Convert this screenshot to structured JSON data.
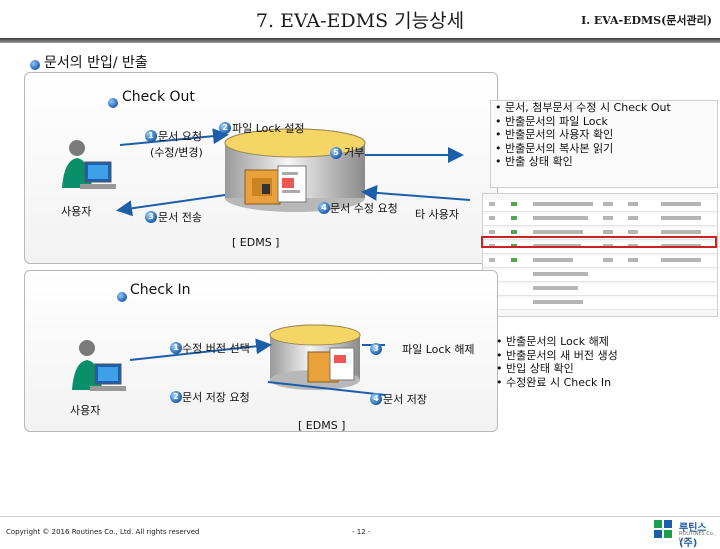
{
  "header": {
    "title": "7. EVA-EDMS 기능상세",
    "subtitle": "Ⅰ. EVA-EDMS(문서관리)"
  },
  "section_title": "문서의 반입/ 반출",
  "checkout": {
    "title": "Check  Out",
    "step1": "문서 요청",
    "step1_sub": "(수정/변경)",
    "step2": "파일 Lock 설정",
    "step3": "문서 전송",
    "step4": "문서 수정 요청",
    "step5": "거부",
    "user_label": "사용자",
    "other_user_label": "타 사용자",
    "server_label": "[ EDMS ]",
    "notes": [
      "문서, 첨부문서 수정 시 Check Out",
      "반출문서의 파일 Lock",
      "반출문서의 사용자 확인",
      "반출문서의 복사본 읽기",
      "반출 상태 확인"
    ]
  },
  "checkin": {
    "title": "Check  In",
    "step1": "수정 버전 선택",
    "step2": "문서 저장 요청",
    "step3": "파일 Lock 해제",
    "step4": "문서 저장",
    "user_label": "사용자",
    "server_label": "[ EDMS ]",
    "notes": [
      "반출문서의 Lock 해제",
      "반출문서의 새 버전 생성",
      "반입 상태 확인",
      "수정완료 시 Check In"
    ]
  },
  "step_numbers": {
    "n1": "1",
    "n2": "2",
    "n3": "3",
    "n4": "4",
    "n5": "5"
  },
  "footer": {
    "copyright": "Copyright © 2016 Routines Co., Ltd. All rights reserved",
    "page": "- 12 -",
    "logo_text": "루틴스(주)",
    "logo_sub": "ROUTINES Co., Ltd."
  },
  "colors": {
    "accent_blue": "#1d5ea8",
    "highlight_red": "#cc2222",
    "lock_orange": "#e9a23b"
  }
}
